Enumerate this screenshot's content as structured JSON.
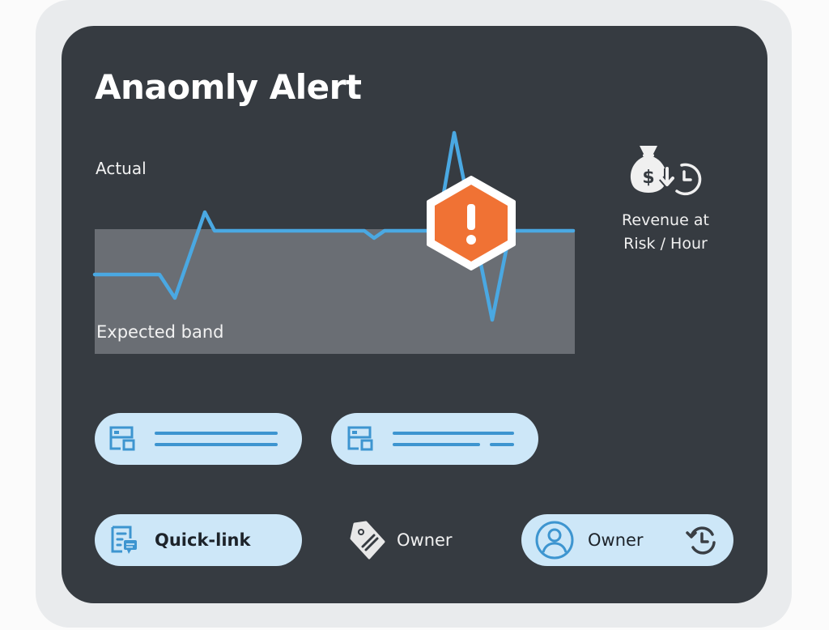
{
  "title": "Anaomly Alert",
  "chart": {
    "actual_label": "Actual",
    "band_label": "Expected band",
    "anomaly_icon": "warning-hexagon-icon"
  },
  "metric": {
    "icon": "money-bag-down-clock-icon",
    "label_line1": "Revenue at",
    "label_line2": "Risk / Hour"
  },
  "actions": {
    "row1": [
      {
        "icon": "layout-panel-icon",
        "label": ""
      },
      {
        "icon": "layout-panel-icon",
        "label": ""
      }
    ],
    "row2": [
      {
        "icon": "document-chat-icon",
        "label": "Quick-link"
      },
      {
        "icon": "tag-icon",
        "label": "Owner"
      },
      {
        "icon": "user-circle-icon",
        "label": "Owner",
        "trailing_icon": "history-clock-icon"
      }
    ]
  },
  "colors": {
    "card_bg": "#363b41",
    "frame_bg": "#e9ebed",
    "line": "#4aa8e2",
    "band": "#6a6e74",
    "anomaly": "#f07234",
    "pill_bg": "#cde7f8",
    "pill_icon": "#3d95d0"
  }
}
